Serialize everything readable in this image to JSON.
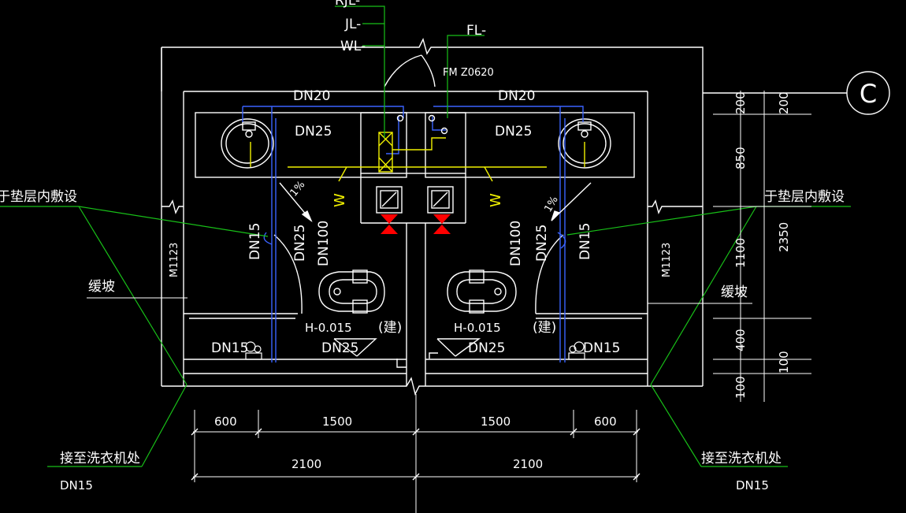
{
  "colors": {
    "background": "#000000",
    "wall": "#ffffff",
    "water_pipe": "#3a63ff",
    "yellow_pipe": "#f0f000",
    "leader": "#18c018",
    "valve": "#ff0000"
  },
  "pipe_labels": {
    "rjl": "RJL-",
    "jl": "JL-",
    "wl": "WL-",
    "fl": "FL-",
    "fm": "FM Z0620"
  },
  "left_room": {
    "dn20": "DN20",
    "dn25_top": "DN25",
    "dn15_vertical": "DN15",
    "dn25_vertical": "DN25",
    "dn100": "DN100",
    "door": "M1123",
    "slope_pct": "1%",
    "elevation": "H-0.015",
    "jian": "(建)",
    "dn15_bottom": "DN15",
    "dn25_bottom": "DN25",
    "note_in_floor": "于垫层内敷设",
    "slope_note": "缓坡",
    "washer_note": "接至洗衣机处",
    "washer_dn": "DN15"
  },
  "right_room": {
    "dn20": "DN20",
    "dn25_top": "DN25",
    "dn15_vertical": "DN15",
    "dn25_vertical": "DN25",
    "dn100": "DN100",
    "door": "M1123",
    "slope_pct": "1%",
    "elevation": "H-0.015",
    "jian": "(建)",
    "dn15_bottom": "DN15",
    "dn25_bottom": "DN25",
    "note_in_floor": "于垫层内敷设",
    "slope_note": "缓坡",
    "washer_note": "接至洗衣机处",
    "washer_dn": "DN15"
  },
  "axis_label": "C",
  "dims_bottom_row1": [
    "600",
    "1500",
    "1500",
    "600"
  ],
  "dims_bottom_row2": [
    "2100",
    "2100"
  ],
  "dims_right_outer": [
    "200",
    "850",
    "2350",
    "100"
  ],
  "dims_right_inner": [
    "200",
    "1100",
    "400",
    "100"
  ],
  "trap_symbol": "W"
}
